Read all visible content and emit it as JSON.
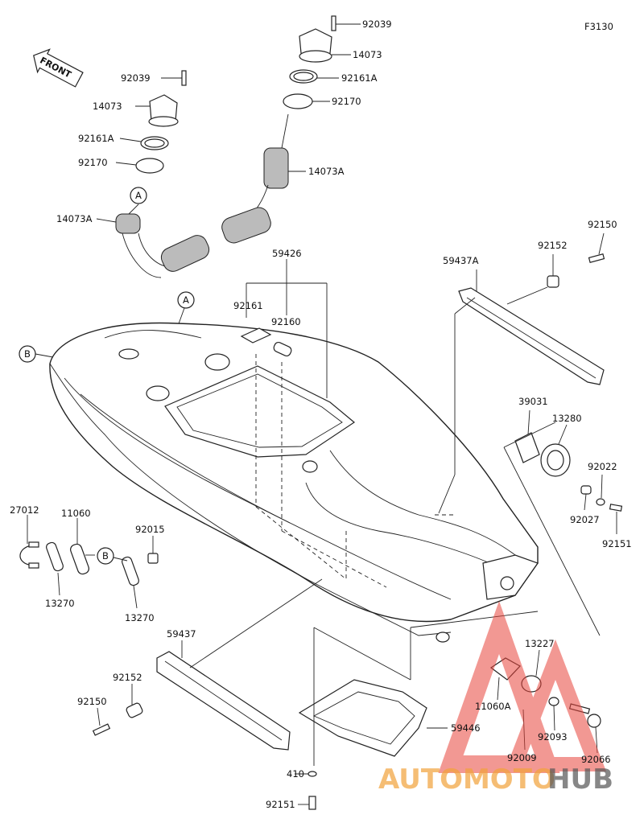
{
  "figure_code": "F3130",
  "front_label": "FRONT",
  "callouts": {
    "a": "A",
    "b": "B"
  },
  "labels": {
    "p92039_top": "92039",
    "p14073_top": "14073",
    "p92161a_top": "92161A",
    "p92170_top": "92170",
    "p14073a_right": "14073A",
    "p92039_left": "92039",
    "p14073_left": "14073",
    "p92161a_left": "92161A",
    "p92170_left": "92170",
    "p14073a_left": "14073A",
    "p59426": "59426",
    "p92161": "92161",
    "p92160": "92160",
    "p92150_top": "92150",
    "p92152_top": "92152",
    "p59437a": "59437A",
    "p39031": "39031",
    "p13280": "13280",
    "p92022": "92022",
    "p92027": "92027",
    "p92151_right": "92151",
    "p27012": "27012",
    "p11060": "11060",
    "p92015": "92015",
    "p13270_left": "13270",
    "p13270_mid": "13270",
    "p59437": "59437",
    "p92152_left": "92152",
    "p92150_left": "92150",
    "p13227": "13227",
    "p11060a": "11060A",
    "p92093": "92093",
    "p92009": "92009",
    "p92066": "92066",
    "p59446": "59446",
    "p410": "410",
    "p92151_bottom": "92151"
  },
  "watermark": {
    "part1": "AUTOMOTO",
    "part2": "HUB",
    "color_accent": "#e8453c",
    "color_secondary": "#f2a23a",
    "color_dark": "#555555"
  }
}
